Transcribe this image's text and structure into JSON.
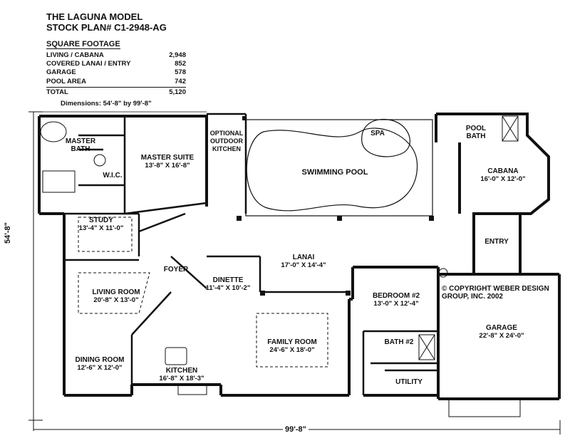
{
  "header": {
    "model": "THE LAGUNA MODEL",
    "stock_plan": "STOCK PLAN# C1-2948-AG"
  },
  "square_footage": {
    "title": "SQUARE FOOTAGE",
    "rows": [
      {
        "label": "LIVING / CABANA",
        "value": "2,948"
      },
      {
        "label": "COVERED LANAI / ENTRY",
        "value": "852"
      },
      {
        "label": "GARAGE",
        "value": "578"
      },
      {
        "label": "POOL AREA",
        "value": "742"
      }
    ],
    "total_label": "TOTAL",
    "total_value": "5,120"
  },
  "dimensions_note": "Dimensions: 54'-8\" by 99'-8\"",
  "overall_width": "99'-8\"",
  "overall_depth": "54'-8\"",
  "rooms": {
    "master_bath": {
      "name": "MASTER BATH"
    },
    "wic": {
      "name": "W.I.C."
    },
    "master_suite": {
      "name": "MASTER SUITE",
      "dims": "13'-8\" X 16'-8\""
    },
    "outdoor_kitchen": {
      "name": "OPTIONAL OUTDOOR KITCHEN"
    },
    "spa": {
      "name": "SPA"
    },
    "swimming_pool": {
      "name": "SWIMMING POOL"
    },
    "pool_bath": {
      "name": "POOL BATH"
    },
    "cabana": {
      "name": "CABANA",
      "dims": "16'-0\" X 12'-0\""
    },
    "study": {
      "name": "STUDY",
      "dims": "13'-4\" X 11'-0\""
    },
    "entry": {
      "name": "ENTRY"
    },
    "lanai": {
      "name": "LANAI",
      "dims": "17'-0\" X 14'-4\""
    },
    "foyer": {
      "name": "FOYER"
    },
    "dinette": {
      "name": "DINETTE",
      "dims": "11'-4\" X 10'-2\""
    },
    "living_room": {
      "name": "LIVING ROOM",
      "dims": "20'-8\" X 13'-0\""
    },
    "bedroom2": {
      "name": "BEDROOM #2",
      "dims": "13'-0\" X 12'-4\""
    },
    "garage": {
      "name": "GARAGE",
      "dims": "22'-8\" X 24'-0\""
    },
    "family_room": {
      "name": "FAMILY ROOM",
      "dims": "24'-6\" X 18'-0\""
    },
    "bath2": {
      "name": "BATH #2"
    },
    "dining_room": {
      "name": "DINING ROOM",
      "dims": "12'-6\" X 12'-0\""
    },
    "kitchen": {
      "name": "KITCHEN",
      "dims": "16'-8\" X 18'-3\""
    },
    "utility": {
      "name": "UTILITY"
    }
  },
  "copyright": {
    "symbol": "©",
    "text": "COPYRIGHT WEBER DESIGN GROUP, INC. 2002"
  }
}
